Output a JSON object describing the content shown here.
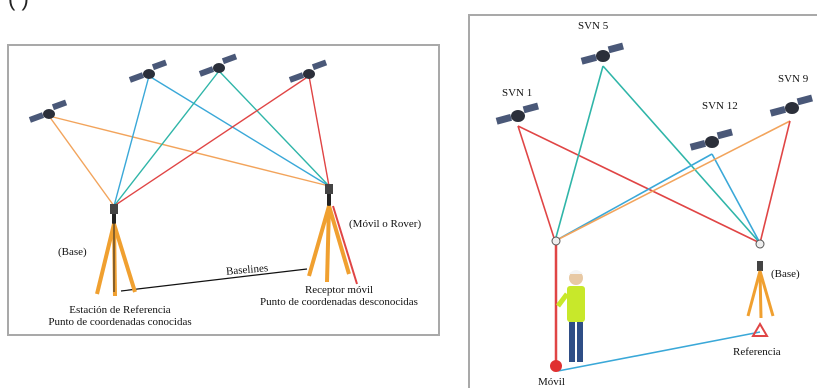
{
  "top_caption": "(                 )",
  "left_diagram": {
    "base_label": "(Base)",
    "rover_label": "(Móvil o Rover)",
    "baseline_label": "Baselines",
    "station_label_line1": "Estación de Referencia",
    "station_label_line2": "Punto de coordenadas conocidas",
    "receiver_label_line1": "Receptor móvil",
    "receiver_label_line2": "Punto de coordenadas desconocidas"
  },
  "right_diagram": {
    "svn1_label": "SVN 1",
    "svn5_label": "SVN 5",
    "svn12_label": "SVN 12",
    "svn9_label": "SVN 9",
    "base_label": "(Base)",
    "reference_label": "Referencia",
    "mobile_label": "Móvil"
  },
  "colors": {
    "orange": "#f2a45c",
    "red": "#e04545",
    "teal": "#2fb5a8",
    "cyan": "#3aa8d8",
    "tripod": "#f0a030",
    "satellite": "#4a5878"
  }
}
